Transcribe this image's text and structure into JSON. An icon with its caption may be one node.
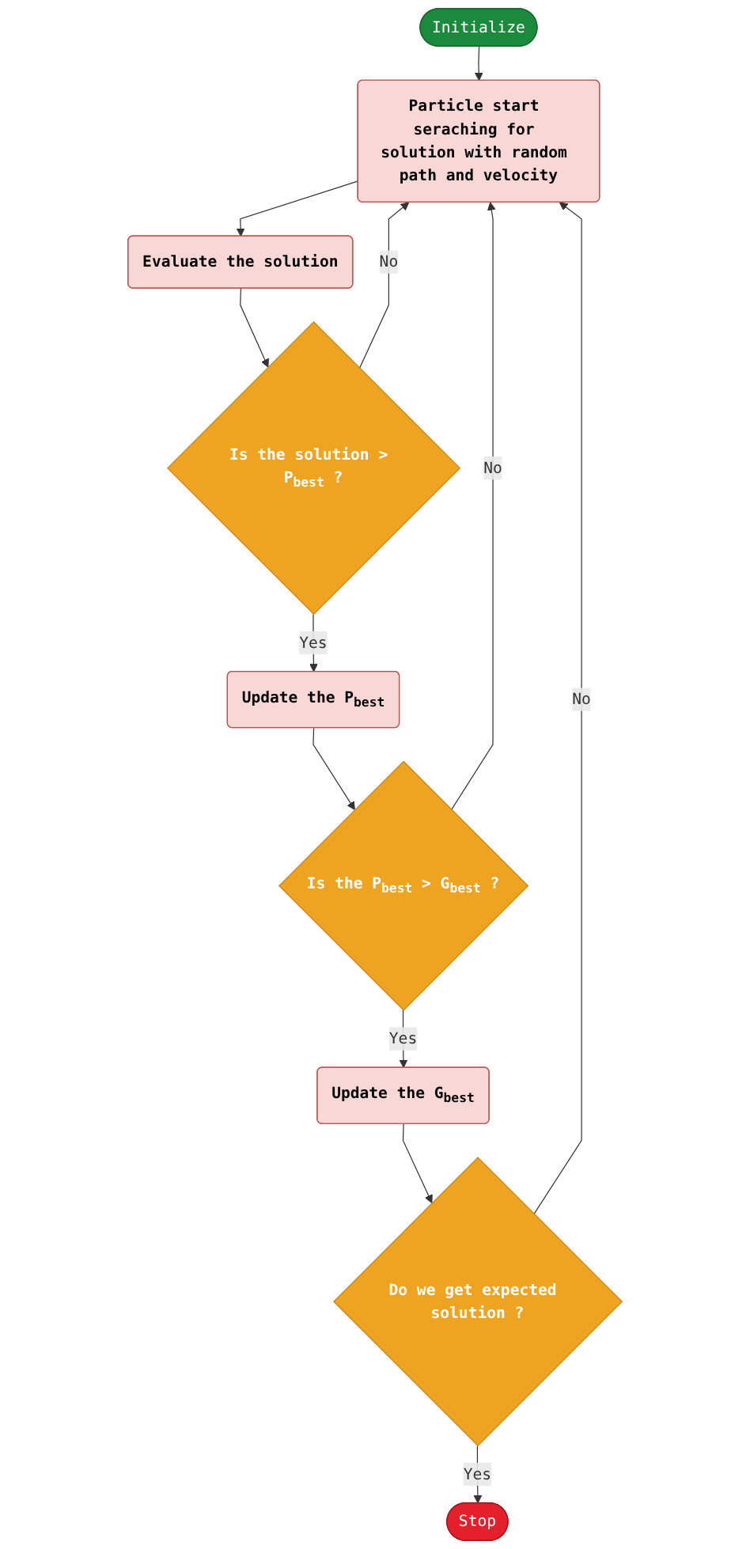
{
  "diagram": {
    "nodes": [
      {
        "text": [
          "Initialize"
        ]
      },
      {
        "text": [
          "Particle start seraching for solution with random path and velocity"
        ]
      },
      {
        "text": [
          "Evaluate the solution"
        ]
      },
      {
        "text": [
          "Is the solution > P$_{best}$ ?"
        ]
      },
      {
        "text": [
          "Update the P$_{best}$"
        ]
      },
      {
        "text": [
          "Is the P$_{best}$ > G$_{best}$ ?"
        ]
      },
      {
        "text": [
          "Update the G$_{best}$"
        ]
      },
      {
        "text": [
          "Do we get expected solution ?"
        ]
      },
      {
        "text": [
          "Stop"
        ]
      }
    ],
    "edges": [
      {
        "from": 0,
        "to": 1,
        "arrow": "to"
      },
      {
        "from": 1,
        "to": 2,
        "arrow": "to"
      },
      {
        "from": 2,
        "to": 3,
        "arrow": "to"
      },
      {
        "from": 3,
        "to": 1,
        "arrow": "to",
        "label": "No"
      },
      {
        "from": 3,
        "to": 4,
        "arrow": "to",
        "label": "Yes"
      },
      {
        "from": 4,
        "to": 5,
        "arrow": "to"
      },
      {
        "from": 5,
        "to": 1,
        "arrow": "to",
        "label": "No"
      },
      {
        "from": 5,
        "to": 6,
        "arrow": "to",
        "label": "Yes"
      },
      {
        "from": 6,
        "to": 7,
        "arrow": "to"
      },
      {
        "from": 7,
        "to": 1,
        "arrow": "to",
        "label": "No"
      },
      {
        "from": 7,
        "to": 8,
        "arrow": "to",
        "label": "Yes"
      }
    ]
  }
}
